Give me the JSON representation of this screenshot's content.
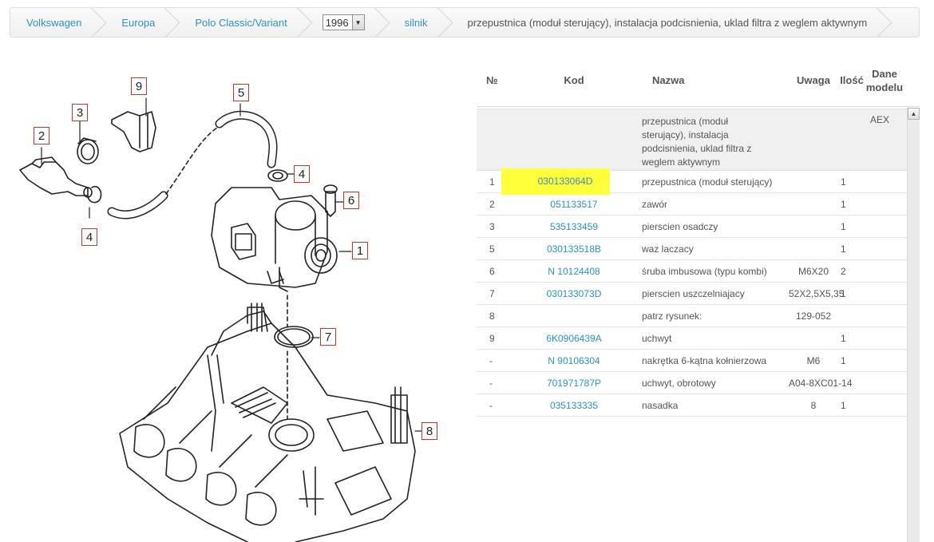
{
  "breadcrumb": {
    "brand": "Volkswagen",
    "region": "Europa",
    "model": "Polo Classic/Variant",
    "year": "1996",
    "group": "silnik",
    "current": "przepustnica (moduł sterujący), instalacja podcisnienia, uklad filtra z weglem aktywnym"
  },
  "diagram": {
    "callouts": [
      "9",
      "3",
      "5",
      "2",
      "4",
      "6",
      "1",
      "4",
      "7",
      "8"
    ]
  },
  "table": {
    "headers": {
      "nr": "№",
      "kod": "Kod",
      "nazwa": "Nazwa",
      "uwaga": "Uwaga",
      "ilosc": "Ilość",
      "dane_line1": "Dane",
      "dane_line2": "modelu"
    },
    "group_row": {
      "name_lines": [
        "przepustnica (moduł",
        "sterujący), instalacja",
        "podcisnienia, uklad filtra z",
        "weglem aktywnym"
      ],
      "dane": "AEX"
    },
    "rows": [
      {
        "nr": "1",
        "kod": "030133064D",
        "nazwa": "przepustnica (moduł sterujący)",
        "uwaga": "",
        "ilosc": "1"
      },
      {
        "nr": "2",
        "kod": "051133517",
        "nazwa": "zawór",
        "uwaga": "",
        "ilosc": "1"
      },
      {
        "nr": "3",
        "kod": "535133459",
        "nazwa": "pierscien osadczy",
        "uwaga": "",
        "ilosc": "1"
      },
      {
        "nr": "5",
        "kod": "030133518B",
        "nazwa": "waz laczacy",
        "uwaga": "",
        "ilosc": "1"
      },
      {
        "nr": "6",
        "kod": "N 10124408",
        "nazwa": "śruba imbusowa (typu kombi)",
        "uwaga": "M6X20",
        "ilosc": "2"
      },
      {
        "nr": "7",
        "kod": "030133073D",
        "nazwa": "pierscien uszczelniajacy",
        "uwaga": "52X2,5X5,35",
        "ilosc": "1"
      },
      {
        "nr": "8",
        "kod": "",
        "nazwa": "patrz rysunek:",
        "uwaga": "129-052",
        "ilosc": ""
      },
      {
        "nr": "9",
        "kod": "6K0906439A",
        "nazwa": "uchwyt",
        "uwaga": "",
        "ilosc": "1"
      },
      {
        "nr": "-",
        "kod": "N 90106304",
        "nazwa": "nakrętka 6-kątna kołnierzowa",
        "uwaga": "M6",
        "ilosc": "1"
      },
      {
        "nr": "-",
        "kod": "701971787P",
        "nazwa": "uchwyt, obrotowy",
        "uwaga": "A04-8XC01-14",
        "ilosc": ""
      },
      {
        "nr": "-",
        "kod": "035133335",
        "nazwa": "nasadka",
        "uwaga": "8",
        "ilosc": "1"
      }
    ]
  },
  "colors": {
    "link": "#2b93c9",
    "highlight": "#ffff3a",
    "callout_border": "#c0392b"
  }
}
